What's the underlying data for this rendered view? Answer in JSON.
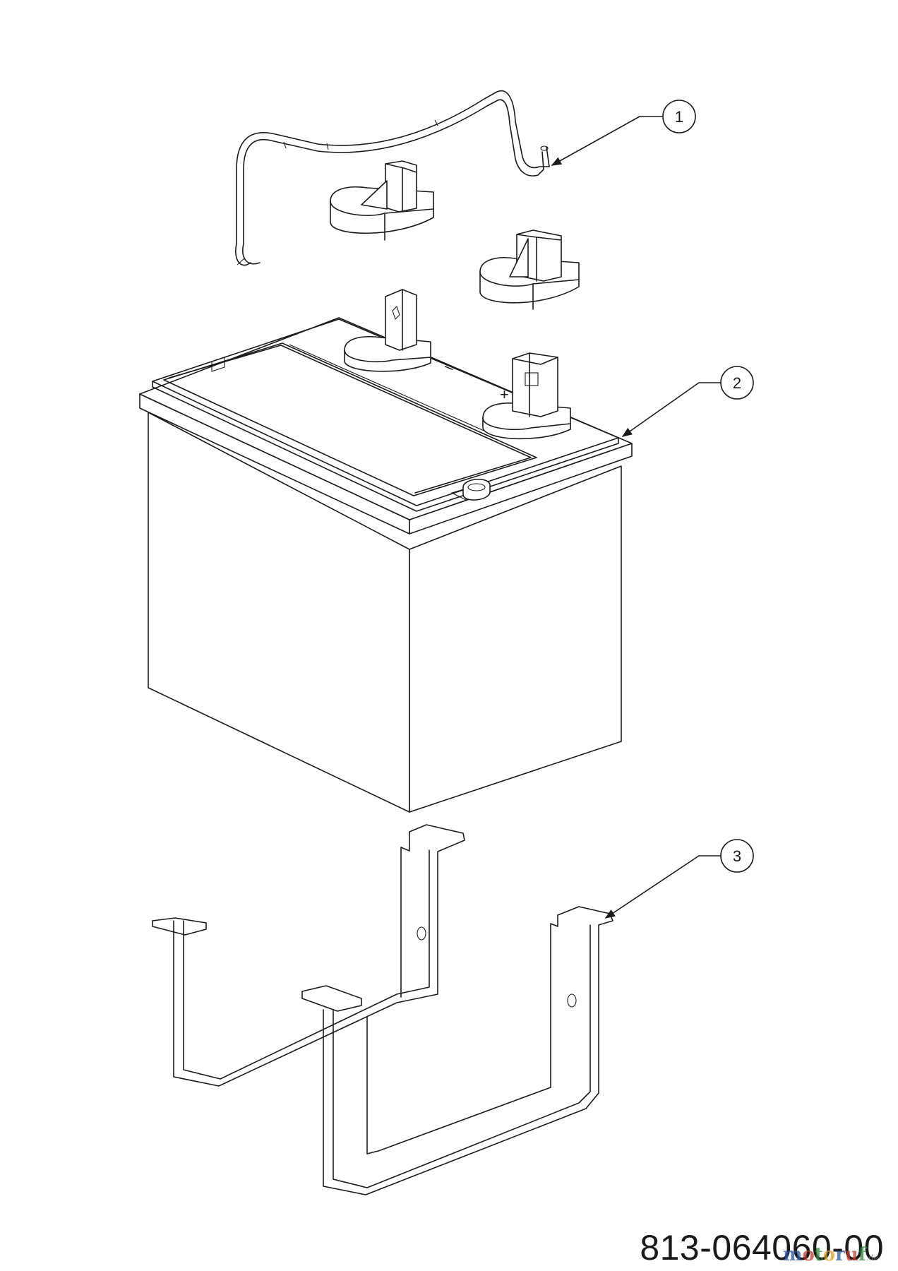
{
  "diagram": {
    "callouts": [
      {
        "label": "1"
      },
      {
        "label": "2"
      },
      {
        "label": "3"
      }
    ],
    "terminal_marks": {
      "negative": "–",
      "positive": "+"
    },
    "part_number": "813-064060-00",
    "watermark": {
      "text": "motoruf",
      "tld": ".de",
      "colors": [
        "#2a55a5",
        "#c0392b",
        "#2a8a3a",
        "#e0a020"
      ]
    }
  }
}
